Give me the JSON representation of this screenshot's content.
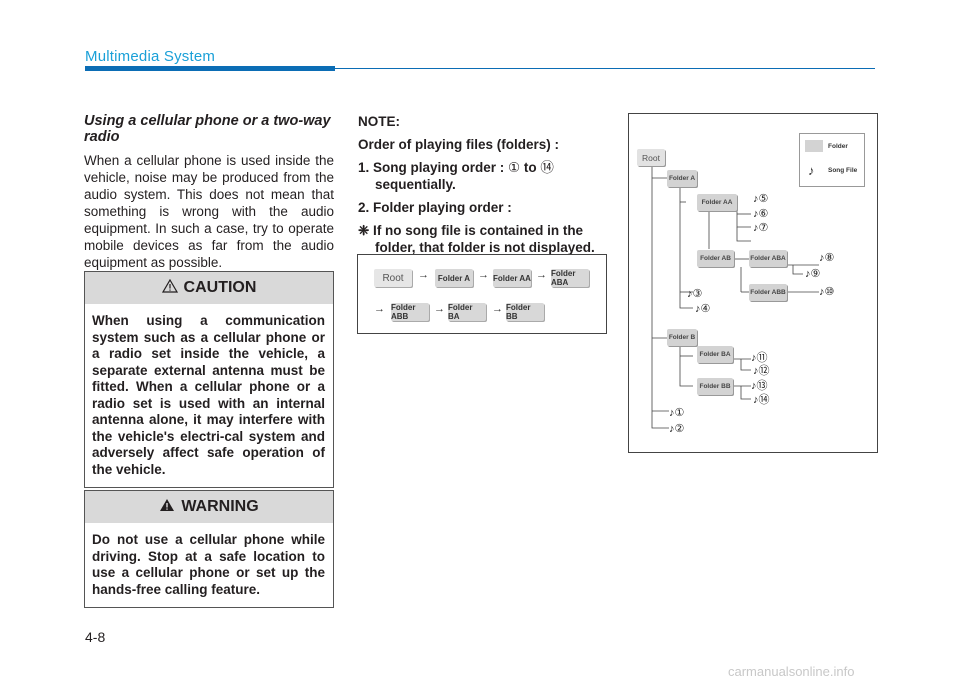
{
  "header": {
    "section_title": "Multimedia System"
  },
  "cellular": {
    "heading": "Using a cellular phone or a two-way radio",
    "body": "When a cellular phone is used inside the vehicle, noise may be produced from the audio system. This does not mean that something is wrong with the audio equipment. In such a case, try to operate mobile devices as far from the audio equipment as possible."
  },
  "caution": {
    "label": "CAUTION",
    "text": "When using a communication system such as a cellular phone or a radio set inside the vehicle, a separate external antenna must be fitted. When a cellular phone or a radio set is used with an internal antenna alone, it may interfere with the vehicle's electri-cal system and adversely affect safe operation of the vehicle."
  },
  "warning": {
    "label": "WARNING",
    "text": "Do not use a cellular phone while driving. Stop at a safe location to use a cellular phone or set up the hands-free calling feature."
  },
  "note": {
    "title": "NOTE:",
    "order_title": "Order of playing files (folders) :",
    "item1_prefix": "1. Song playing order :",
    "item1_from": "①",
    "item1_to_word": "to",
    "item1_to": "⑭",
    "item1_suffix": "sequentially.",
    "item2": "2. Folder playing order :",
    "remark": "❈ If no song file is contained in the folder, that folder is not displayed."
  },
  "sequence": {
    "row1": [
      "Root",
      "Folder A",
      "Folder AA",
      "Folder ABA"
    ],
    "row2": [
      "Folder ABB",
      "Folder BA",
      "Folder BB"
    ],
    "arrow": "→"
  },
  "tree": {
    "folders": {
      "root": "Root",
      "a": "Folder A",
      "aa": "Folder AA",
      "ab": "Folder AB",
      "aba": "Folder ABA",
      "abb": "Folder ABB",
      "b": "Folder B",
      "ba": "Folder BA",
      "bb": "Folder BB"
    },
    "songs": [
      "♪①",
      "♪②",
      "♪③",
      "♪④",
      "♪⑤",
      "♪⑥",
      "♪⑦",
      "♪⑧",
      "♪⑨",
      "♪⑩",
      "♪⑪",
      "♪⑫",
      "♪⑬",
      "♪⑭"
    ],
    "legend": {
      "folder": "Folder",
      "song": "Song File",
      "song_icon": "♪"
    }
  },
  "footer": {
    "page": "4-8",
    "watermark": "carmanualsonline.info"
  }
}
